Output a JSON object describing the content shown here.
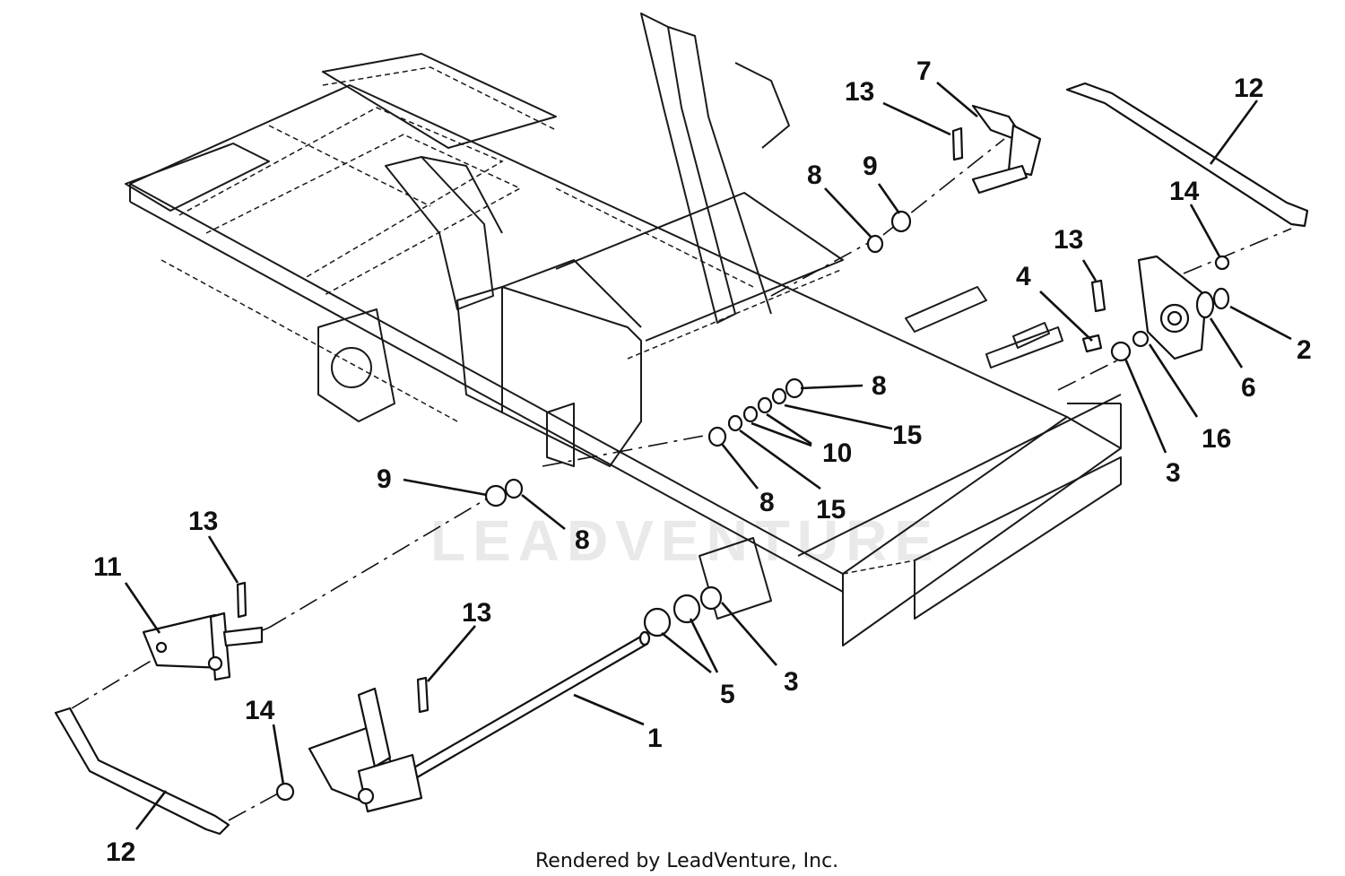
{
  "footer": {
    "text": "Rendered by LeadVenture, Inc."
  },
  "watermark": {
    "text": "LEADVENTURE"
  },
  "callouts": [
    {
      "label": "1"
    },
    {
      "label": "2"
    },
    {
      "label": "3"
    },
    {
      "label": "3"
    },
    {
      "label": "4"
    },
    {
      "label": "5"
    },
    {
      "label": "6"
    },
    {
      "label": "7"
    },
    {
      "label": "8"
    },
    {
      "label": "8"
    },
    {
      "label": "8"
    },
    {
      "label": "8"
    },
    {
      "label": "9"
    },
    {
      "label": "9"
    },
    {
      "label": "10"
    },
    {
      "label": "11"
    },
    {
      "label": "12"
    },
    {
      "label": "12"
    },
    {
      "label": "13"
    },
    {
      "label": "13"
    },
    {
      "label": "13"
    },
    {
      "label": "13"
    },
    {
      "label": "14"
    },
    {
      "label": "14"
    },
    {
      "label": "15"
    },
    {
      "label": "15"
    },
    {
      "label": "16"
    }
  ]
}
